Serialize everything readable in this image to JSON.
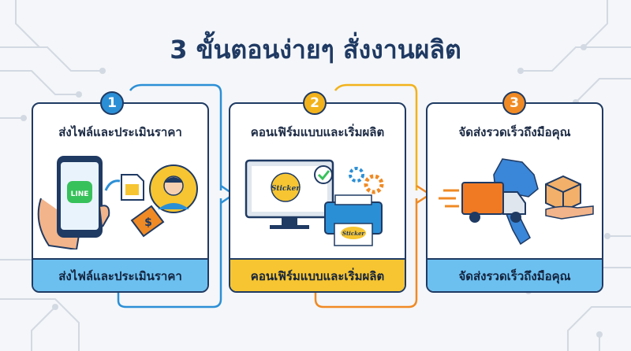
{
  "title": "3 ขั้นตอนง่ายๆ สั่งงานผลิต",
  "steps": [
    {
      "number": "1",
      "heading": "ส่งไฟล์และประเมินราคา",
      "footer": "ส่งไฟล์และประเมินราคา",
      "accent": "#2b8fd6",
      "footer_bg": "#6cc0f0"
    },
    {
      "number": "2",
      "heading": "คอนเฟิร์มแบบและเริ่มผลิต",
      "footer": "คอนเฟิร์มแบบและเริ่มผลิต",
      "accent": "#f2b21b",
      "footer_bg": "#f6c531"
    },
    {
      "number": "3",
      "heading": "จัดส่งรวดเร็วถึงมือคุณ",
      "footer": "จัดส่งรวดเร็วถึงมือคุณ",
      "accent": "#f08a24",
      "footer_bg": "#6cc0f0"
    }
  ],
  "labels": {
    "line_logo": "LINE",
    "sticker_text": "Sticker",
    "price_tag": "$"
  },
  "colors": {
    "navy": "#1f3a63",
    "green": "#37c15b",
    "map_blue": "#3a86d8",
    "truck_orange": "#f07a24"
  }
}
